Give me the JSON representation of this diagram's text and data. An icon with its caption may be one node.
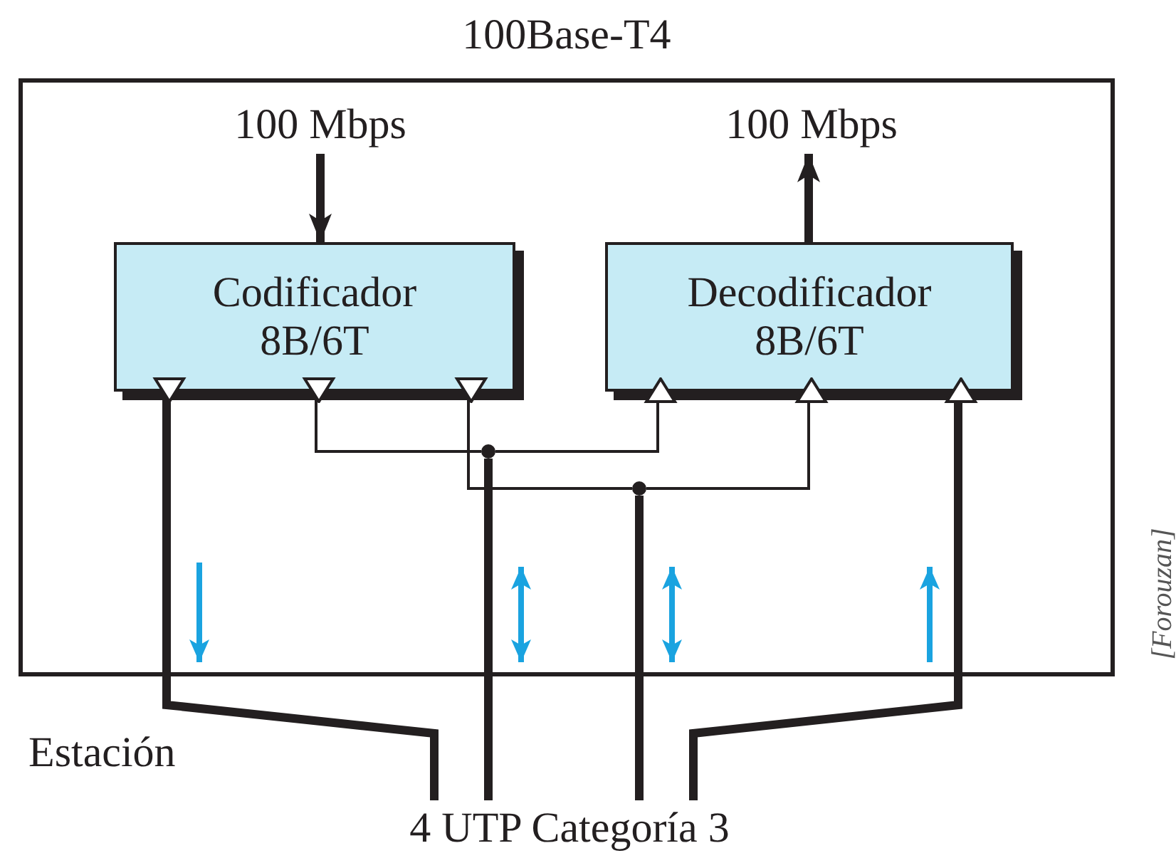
{
  "diagram": {
    "nodes": [
      {
        "text": [
          "100Base-T4"
        ]
      },
      {
        "text": [
          "100 Mbps"
        ],
        "in": 0
      },
      {
        "text": [
          "100 Mbps"
        ],
        "in": 0
      },
      {
        "text": [
          "Codificador 8B/6T"
        ],
        "in": 0
      },
      {
        "text": [
          "Decodificador 8B/6T"
        ],
        "in": 0
      },
      {
        "text": [],
        "shape": "circle",
        "in": 0
      },
      {
        "text": [],
        "shape": "circle",
        "in": 0
      },
      {
        "text": [
          "4 UTP Categoría 3"
        ]
      }
    ],
    "edges": [
      {
        "from": 1,
        "to": 3,
        "arrow": "to"
      },
      {
        "from": 4,
        "to": 2,
        "arrow": "to"
      },
      {
        "from": 3,
        "to": 7,
        "arrow": "none"
      },
      {
        "from": 3,
        "to": 5,
        "arrow": "none"
      },
      {
        "from": 5,
        "to": 4,
        "arrow": "none"
      },
      {
        "from": 5,
        "to": 7,
        "arrow": "none"
      },
      {
        "from": 3,
        "to": 6,
        "arrow": "none"
      },
      {
        "from": 6,
        "to": 4,
        "arrow": "none"
      },
      {
        "from": 6,
        "to": 7,
        "arrow": "none"
      },
      {
        "from": 7,
        "to": 4,
        "arrow": "none"
      }
    ],
    "labels": [
      "Estación",
      "[Forouzan]"
    ]
  }
}
